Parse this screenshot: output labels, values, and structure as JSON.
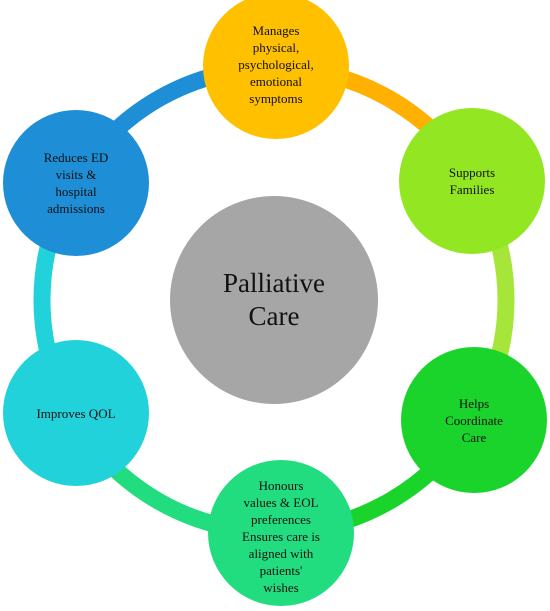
{
  "center": {
    "lines": [
      "Palliative",
      "Care"
    ],
    "color": "#A6A6A6"
  },
  "ring_colors": {
    "orange": "#F9A825",
    "yellow_green": "#A4E022",
    "green": "#2ECC2E",
    "emerald": "#22DB7A",
    "cyan": "#22D3D8",
    "blue": "#1E8DD6"
  },
  "nodes": [
    {
      "id": "symptoms",
      "lines": [
        "Manages",
        "physical,",
        "psychological,",
        "emotional",
        "symptoms"
      ],
      "color": "#FFC000",
      "arc_color": "#FFC000"
    },
    {
      "id": "families",
      "lines": [
        "Supports",
        "Families"
      ],
      "color": "#92E722",
      "arc_color": "#A3E630"
    },
    {
      "id": "coordinate",
      "lines": [
        "Helps",
        "Coordinate",
        "Care"
      ],
      "color": "#1BD42B",
      "arc_color": "#1BCF44"
    },
    {
      "id": "values",
      "lines": [
        "Honours",
        "values & EOL",
        "preferences",
        "Ensures care is",
        "aligned with",
        "patients'",
        "wishes"
      ],
      "color": "#22DD7F",
      "arc_color": "#25DDB0"
    },
    {
      "id": "qol",
      "lines": [
        "Improves QOL"
      ],
      "color": "#21D2DA",
      "arc_color": "#21B6DF"
    },
    {
      "id": "ed",
      "lines": [
        "Reduces ED",
        "visits &",
        "hospital",
        "admissions"
      ],
      "color": "#1E8ED6",
      "arc_color": "#FFB000"
    }
  ]
}
